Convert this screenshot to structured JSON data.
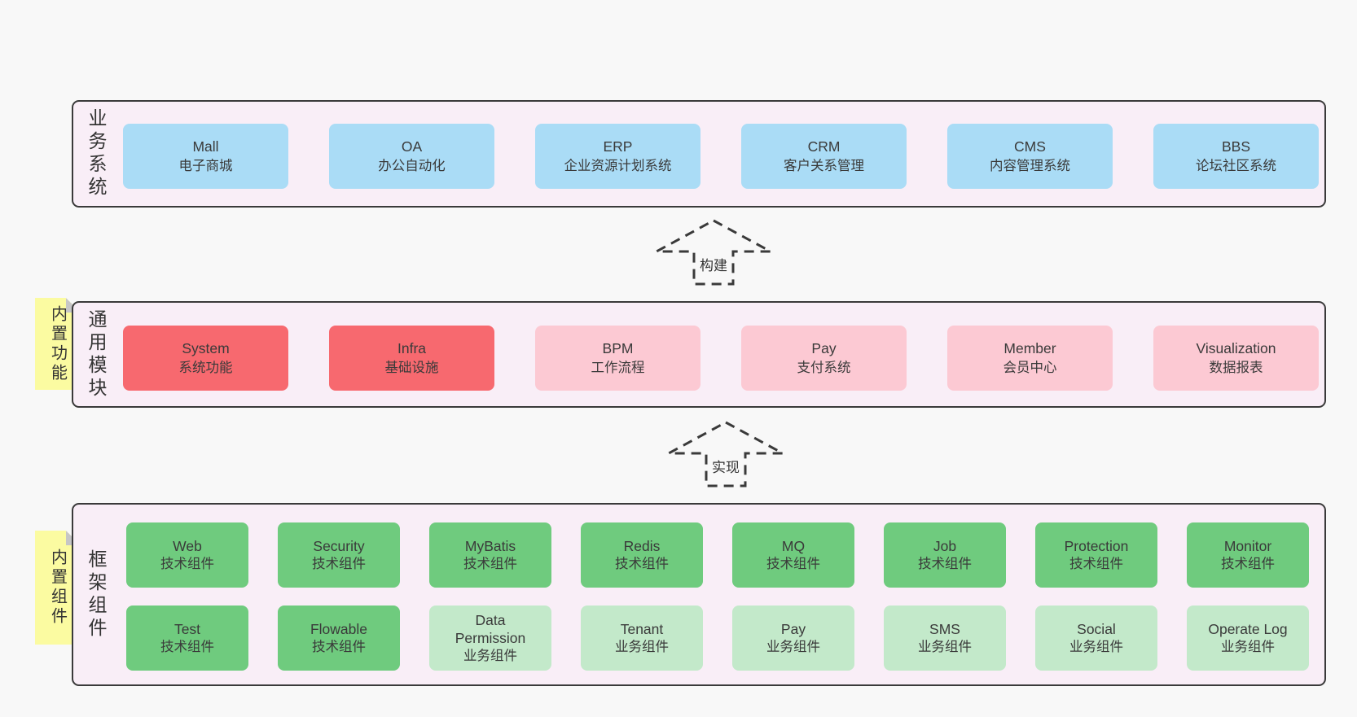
{
  "bands": [
    {
      "label": "业务系统",
      "boxes": [
        {
          "title": "Mall",
          "subtitle": "电子商城"
        },
        {
          "title": "OA",
          "subtitle": "办公自动化"
        },
        {
          "title": "ERP",
          "subtitle": "企业资源计划系统"
        },
        {
          "title": "CRM",
          "subtitle": "客户关系管理"
        },
        {
          "title": "CMS",
          "subtitle": "内容管理系统"
        },
        {
          "title": "BBS",
          "subtitle": "论坛社区系统"
        }
      ]
    },
    {
      "label": "通用模块",
      "sticky_note": "内置功能",
      "boxes": [
        {
          "title": "System",
          "subtitle": "系统功能"
        },
        {
          "title": "Infra",
          "subtitle": "基础设施"
        },
        {
          "title": "BPM",
          "subtitle": "工作流程"
        },
        {
          "title": "Pay",
          "subtitle": "支付系统"
        },
        {
          "title": "Member",
          "subtitle": "会员中心"
        },
        {
          "title": "Visualization",
          "subtitle": "数据报表"
        }
      ]
    },
    {
      "label": "框架组件",
      "sticky_note": "内置组件",
      "boxes": [
        {
          "title": "Web",
          "subtitle": "技术组件"
        },
        {
          "title": "Security",
          "subtitle": "技术组件"
        },
        {
          "title": "MyBatis",
          "subtitle": "技术组件"
        },
        {
          "title": "Redis",
          "subtitle": "技术组件"
        },
        {
          "title": "MQ",
          "subtitle": "技术组件"
        },
        {
          "title": "Job",
          "subtitle": "技术组件"
        },
        {
          "title": "Protection",
          "subtitle": "技术组件"
        },
        {
          "title": "Monitor",
          "subtitle": "技术组件"
        },
        {
          "title": "Test",
          "subtitle": "技术组件"
        },
        {
          "title": "Flowable",
          "subtitle": "技术组件"
        },
        {
          "title": "Data Permission",
          "subtitle": "业务组件"
        },
        {
          "title": "Tenant",
          "subtitle": "业务组件"
        },
        {
          "title": "Pay",
          "subtitle": "业务组件"
        },
        {
          "title": "SMS",
          "subtitle": "业务组件"
        },
        {
          "title": "Social",
          "subtitle": "业务组件"
        },
        {
          "title": "Operate Log",
          "subtitle": "业务组件"
        }
      ]
    }
  ],
  "arrows": [
    {
      "label": "构建"
    },
    {
      "label": "实现"
    }
  ],
  "colors": {
    "page_background": "#f8f8f8",
    "band_background": "#f9eef7",
    "band_border": "#3a3a3a",
    "box_blue": "#aadcf6",
    "box_red": "#f7696f",
    "box_pink": "#fcc9d3",
    "box_green_dark": "#6fcb7e",
    "box_green_light": "#c3e9ca",
    "sticky_yellow": "#fbfba1",
    "sticky_fold_gray": "#c6c6c6",
    "text": "#3a3a3a"
  }
}
